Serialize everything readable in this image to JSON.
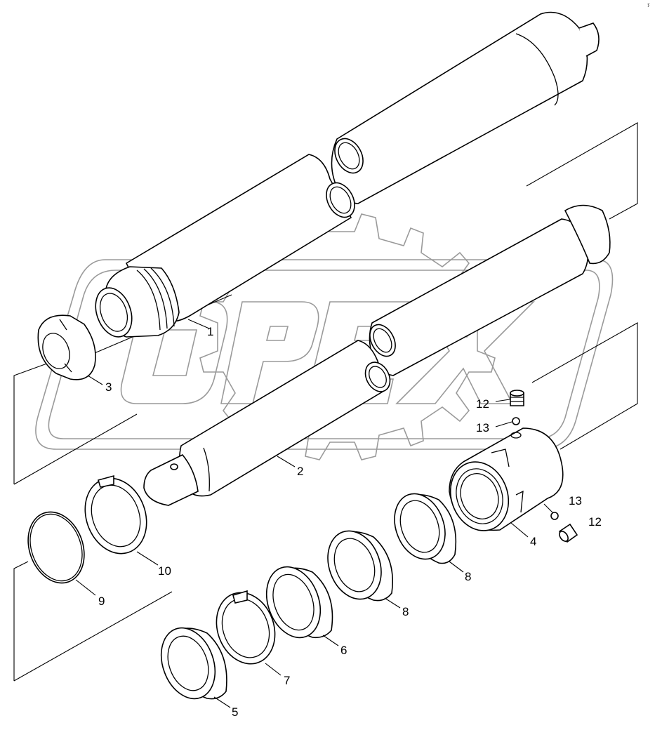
{
  "corner_mark": "ⵢ",
  "watermark": "OPEX",
  "callouts": [
    {
      "id": "c1",
      "text": "1"
    },
    {
      "id": "c2",
      "text": "2"
    },
    {
      "id": "c3",
      "text": "3"
    },
    {
      "id": "c4",
      "text": "4"
    },
    {
      "id": "c5",
      "text": "5"
    },
    {
      "id": "c6",
      "text": "6"
    },
    {
      "id": "c7",
      "text": "7"
    },
    {
      "id": "c8a",
      "text": "8"
    },
    {
      "id": "c8b",
      "text": "8"
    },
    {
      "id": "c9",
      "text": "9"
    },
    {
      "id": "c10",
      "text": "10"
    },
    {
      "id": "c12a",
      "text": "12"
    },
    {
      "id": "c12b",
      "text": "12"
    },
    {
      "id": "c13a",
      "text": "13"
    },
    {
      "id": "c13b",
      "text": "13"
    }
  ]
}
